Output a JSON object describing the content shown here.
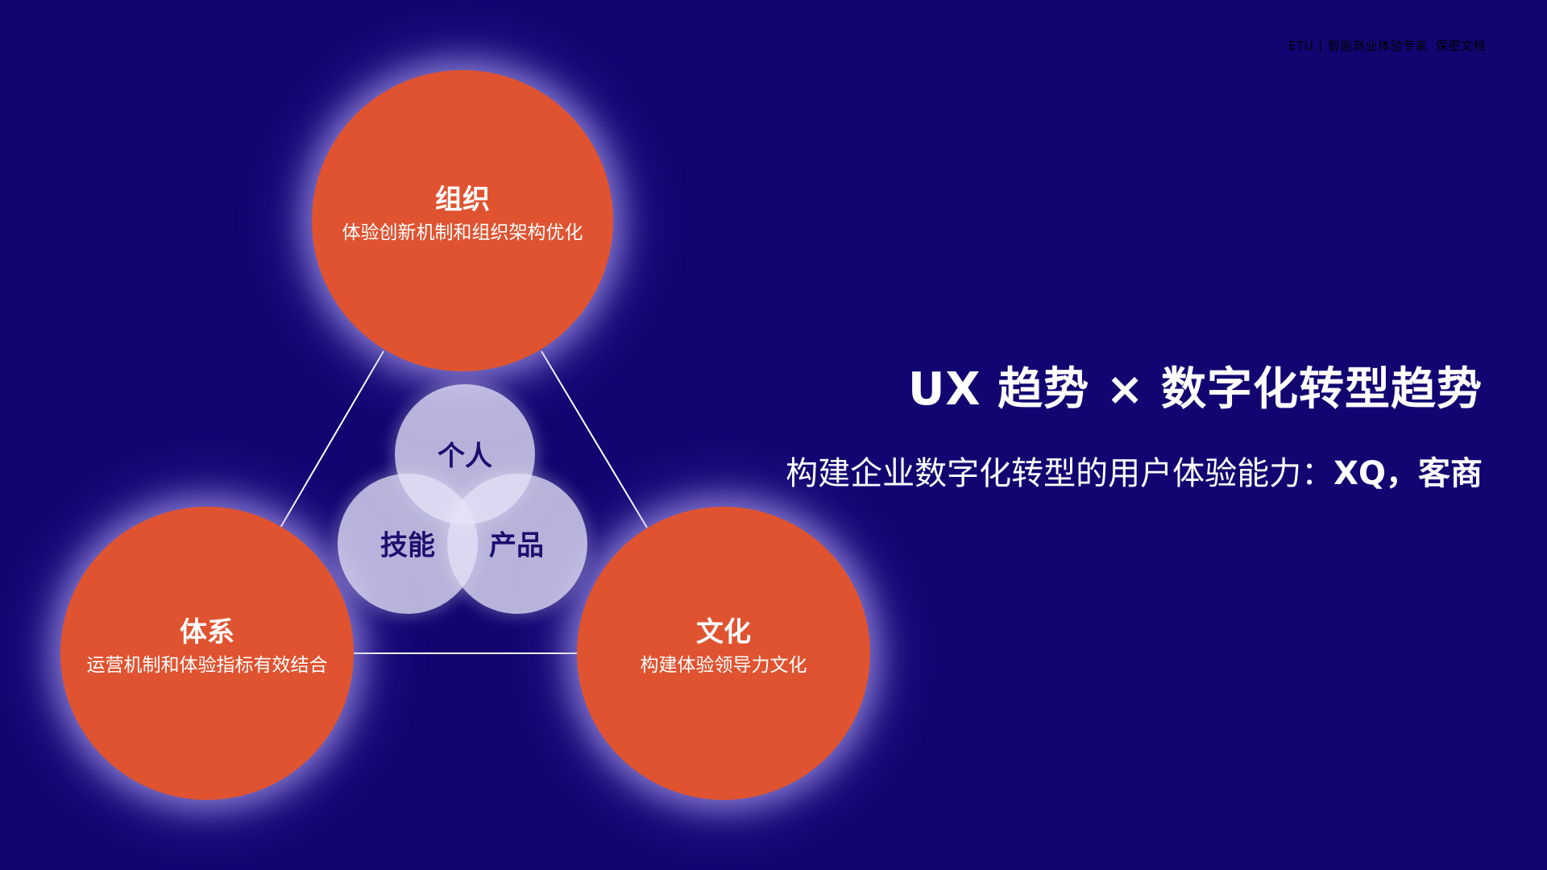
{
  "header": {
    "brand": "ETU",
    "separator": "|",
    "tagline": "智能商业体验专家",
    "confidential": "保密文档"
  },
  "diagram": {
    "outer_nodes": [
      {
        "title": "组织",
        "desc": "体验创新机制和组织架构优化"
      },
      {
        "title": "体系",
        "desc": "运营机制和体验指标有效结合"
      },
      {
        "title": "文化",
        "desc": "构建体验领导力文化"
      }
    ],
    "inner_nodes": [
      "个人",
      "技能",
      "产品"
    ],
    "colors": {
      "background": "#120571",
      "outer_circle": "#e05330",
      "inner_circle": "#e6e4f8",
      "inner_text": "#1c0f6e",
      "connector": "#ffffff"
    }
  },
  "headline": {
    "title": "UX 趋势 × 数字化转型趋势",
    "subtitle_prefix": "构建企业数字化转型的用户体验能力：",
    "subtitle_emphasis": "XQ，客商"
  }
}
